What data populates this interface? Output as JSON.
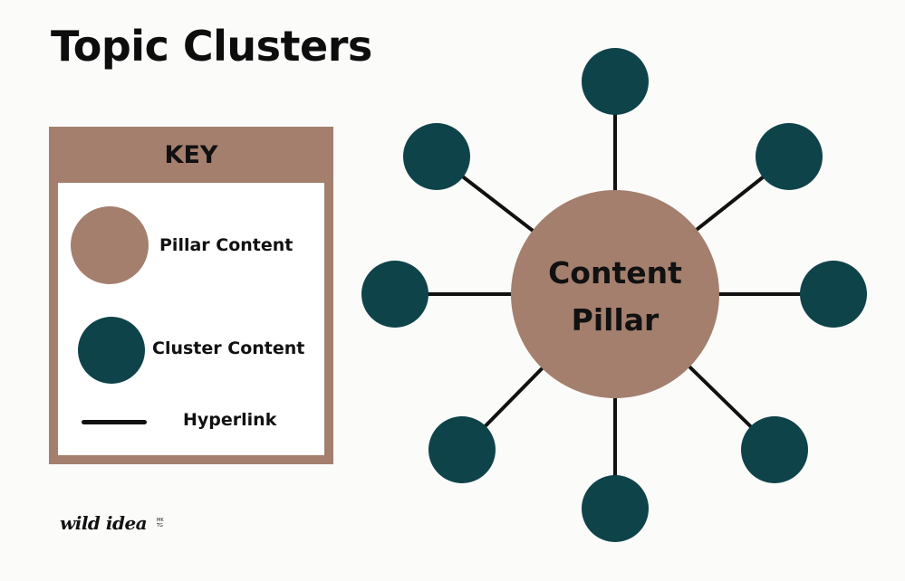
{
  "title": "Topic Clusters",
  "key": {
    "heading": "KEY",
    "items": [
      {
        "label": "Pillar Content",
        "swatch": "pillar-circle"
      },
      {
        "label": "Cluster Content",
        "swatch": "cluster-circle"
      },
      {
        "label": "Hyperlink",
        "swatch": "line"
      }
    ]
  },
  "diagram": {
    "pillar_label_line1": "Content",
    "pillar_label_line2": "Pillar",
    "cluster_count": 8
  },
  "brand": {
    "name": "wild idea",
    "sub": "MKTG"
  },
  "colors": {
    "pillar": "#a47f6e",
    "cluster": "#0f434a",
    "link": "#111111",
    "background": "#fbfbfa"
  }
}
